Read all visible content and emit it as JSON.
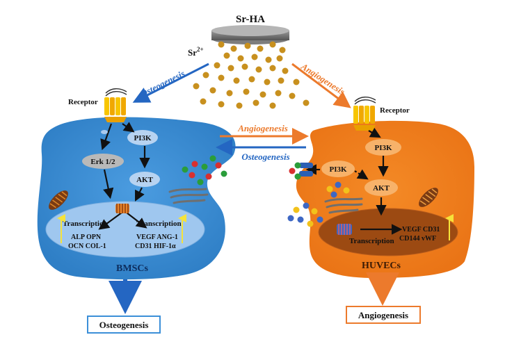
{
  "source": {
    "label": "Sr-HA",
    "ion": "Sr",
    "ion_charge": "2+"
  },
  "arrows": {
    "left_label": "Osteogenesis",
    "right_label": "Angiogenesis",
    "cross_top_label": "Angiogenesis",
    "cross_bottom_label": "Osteogenesis"
  },
  "left_cell": {
    "name": "BMSCs",
    "receptor": "Receptor",
    "pi3k": "PI3K",
    "erk": "Erk 1/2",
    "akt": "AKT",
    "transcription_left": "Transcription",
    "transcription_right": "Transcription",
    "genes_left_line1": "ALP  OPN",
    "genes_left_line2": "OCN  COL-1",
    "genes_right_line1": "VEGF  ANG-1",
    "genes_right_line2": "CD31  HIF-1α",
    "outcome": "Osteogenesis"
  },
  "right_cell": {
    "name": "HUVECs",
    "receptor": "Receptor",
    "pi3k_top": "PI3K",
    "pi3k_side": "PI3K",
    "akt": "AKT",
    "transcription": "Transcription",
    "genes_line1": "VEGF  CD31",
    "genes_line2": "CD144  vWF",
    "outcome": "Angiogenesis"
  },
  "colors": {
    "left_cell": "#3b8fd8",
    "right_cell": "#f0801e",
    "blue_arrow": "#2466c2",
    "orange_arrow": "#ec7a2c",
    "particle": "#c8901e"
  }
}
